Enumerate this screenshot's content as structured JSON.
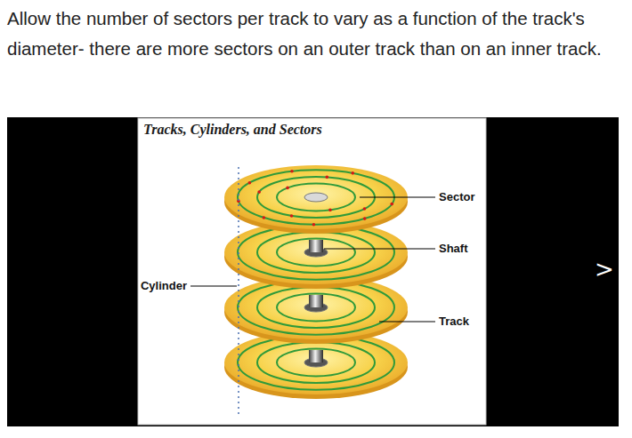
{
  "diagram": {
    "title": "Allow the number of sectors per track to vary as a function of the track's diameter- there are more sectors on an outer track than on an inner track.",
    "labels": [
      "Tracks, Cylinders, and Sectors",
      "Sector",
      "Shaft",
      "Cylinder",
      "Track",
      ">"
    ]
  }
}
